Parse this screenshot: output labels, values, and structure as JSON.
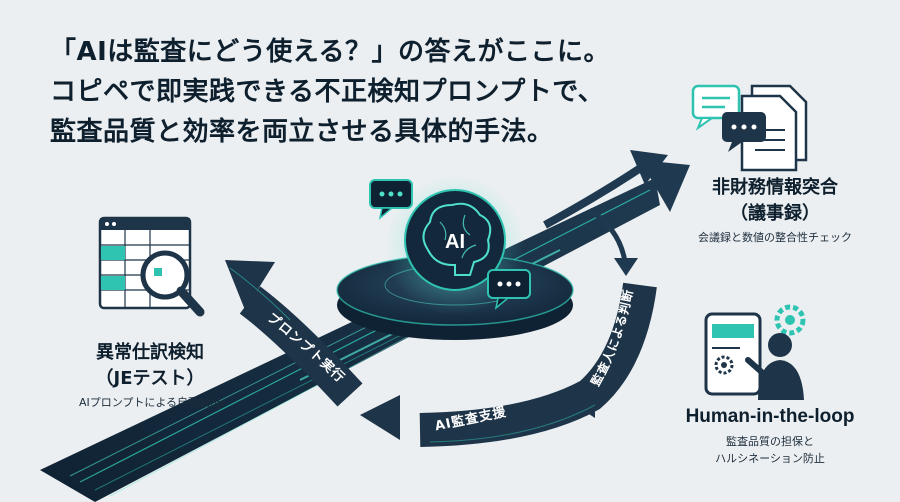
{
  "headline": {
    "line1": "「AIは監査にどう使える？」の答えがここに。",
    "line2": "コピペで即実践できる不正検知プロンプトで、",
    "line3": "監査品質と効率を両立させる具体的手法。"
  },
  "center": {
    "ai_label": "AI"
  },
  "flows": {
    "prompt_exec": "プロンプト実行",
    "ai_support": "AI監査支援",
    "auditor_judgment": "監査人による判断"
  },
  "left_block": {
    "title_line1": "異常仕訳検知",
    "title_line2": "（JEテスト）",
    "subtitle": "AIプロンプトによる自動抽出"
  },
  "right_top_block": {
    "title_line1": "非財務情報突合",
    "title_line2": "（議事録）",
    "subtitle": "会議録と数値の整合性チェック"
  },
  "right_bottom_block": {
    "title": "Human-in-the-loop",
    "subtitle_line1": "監査品質の担保と",
    "subtitle_line2": "ハルシネーション防止"
  },
  "colors": {
    "navy": "#1e3448",
    "dark": "#0e1f2e",
    "teal": "#2fc4b2",
    "teal_light": "#4fe0cc",
    "background": "#eceff1"
  }
}
